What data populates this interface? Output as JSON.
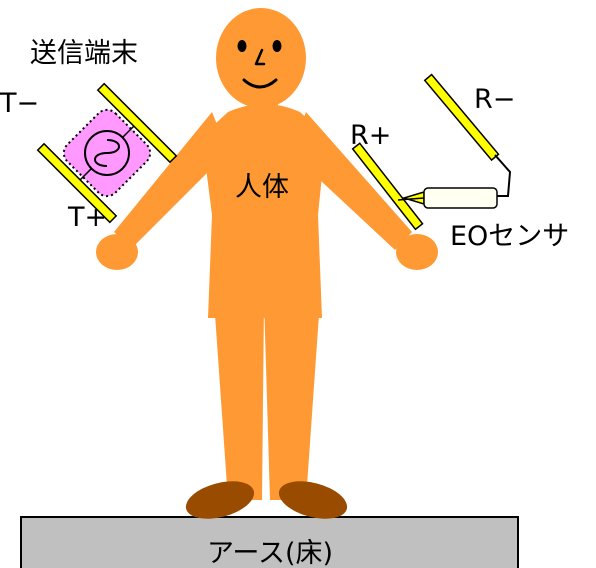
{
  "labels": {
    "transmitter": "送信端末",
    "t_minus": "T−",
    "t_plus": "T+",
    "r_plus": "R+",
    "r_minus": "R−",
    "human_body": "人体",
    "eo_sensor": "EOセンサ",
    "ground": "アース(床)"
  },
  "colors": {
    "body": "#FF9933",
    "shoe": "#994C00",
    "electrode": "#FFFF00",
    "transmitter_fill": "#FF99FF",
    "sensor_fill": "#FFFFF2",
    "ground_fill": "#C0C0C0"
  }
}
